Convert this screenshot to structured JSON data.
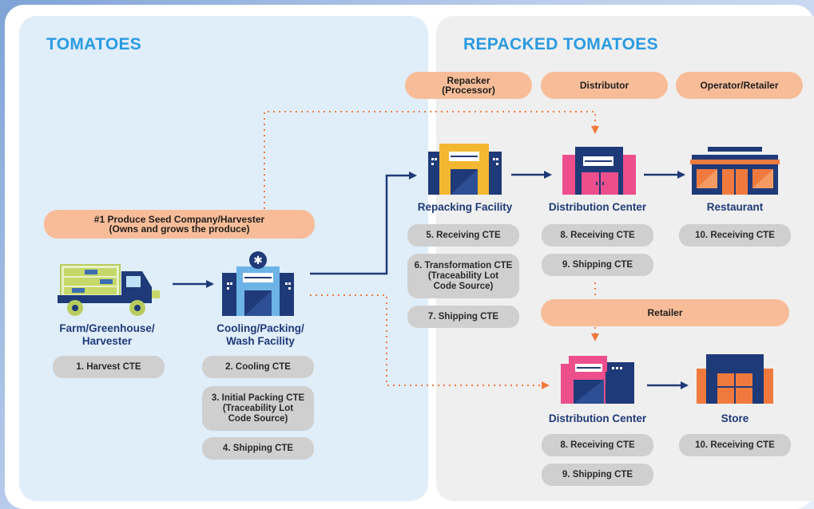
{
  "sections": {
    "left_title": "TOMATOES",
    "right_title": "REPACKED TOMATOES"
  },
  "roles": {
    "repacker": "Repacker\n(Processor)",
    "distributor": "Distributor",
    "operator_retailer": "Operator/Retailer",
    "retailer": "Retailer",
    "seed_company": "#1 Produce Seed Company/Harvester\n(Owns and grows the produce)"
  },
  "nodes": {
    "farm": "Farm/Greenhouse/\nHarvester",
    "cooling": "Cooling/Packing/\nWash Facility",
    "repacking": "Repacking Facility",
    "dist_top": "Distribution Center",
    "restaurant": "Restaurant",
    "dist_bottom": "Distribution Center",
    "store": "Store"
  },
  "ctes": {
    "harvest": "1. Harvest CTE",
    "cooling": "2. Cooling CTE",
    "initial_packing": "3. Initial Packing CTE\n(Traceability Lot\nCode Source)",
    "shipping_4": "4. Shipping CTE",
    "receiving_5": "5. Receiving CTE",
    "transformation_6": "6. Transformation CTE\n(Traceability Lot\nCode Source)",
    "shipping_7": "7. Shipping CTE",
    "receiving_8_top": "8. Receiving CTE",
    "shipping_9_top": "9. Shipping CTE",
    "receiving_10_top": "10. Receiving CTE",
    "receiving_8_bottom": "8. Receiving CTE",
    "shipping_9_bottom": "9. Shipping CTE",
    "receiving_10_bottom": "10. Receiving CTE"
  },
  "icons": {
    "truck": "truck-icon",
    "cooling": "cooling-facility-icon",
    "repacking": "repacking-facility-icon",
    "distribution": "distribution-center-icon",
    "restaurant": "restaurant-icon",
    "store": "store-icon"
  },
  "colors": {
    "navy": "#1f3a78",
    "orange_pill": "#f8bd98",
    "dotted_arrow": "#f07a3e",
    "title_blue": "#2a9be0",
    "pink": "#ec4f8b",
    "yellow": "#f4b731"
  }
}
